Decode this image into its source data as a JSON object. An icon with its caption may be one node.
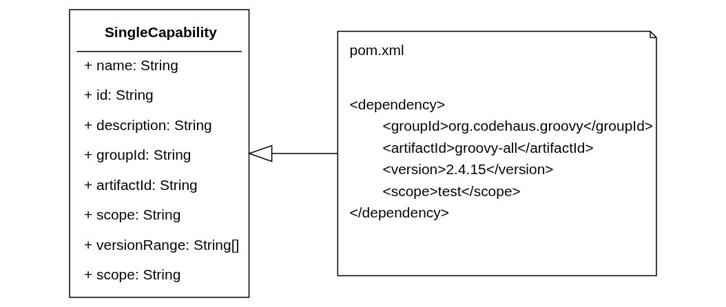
{
  "diagram": {
    "nodes": [
      {
        "text": [
          "SingleCapability",
          "+ name: String",
          "+ id: String",
          "+ description: String",
          "+ groupId: String",
          "+ artifactId: String",
          "+ scope: String",
          "+ versionRange: String[]",
          "+ scope: String"
        ]
      },
      {
        "text": [
          "pom.xml",
          "<dependency>",
          "<groupId>org.codehaus.groovy</groupId>",
          "<artifactId>groovy-all</artifactId>",
          "<version>2.4.15</version>",
          "<scope>test</scope>",
          "</dependency>"
        ]
      }
    ],
    "edges": [
      {
        "from": 1,
        "to": 0,
        "arrow": "to"
      }
    ]
  }
}
